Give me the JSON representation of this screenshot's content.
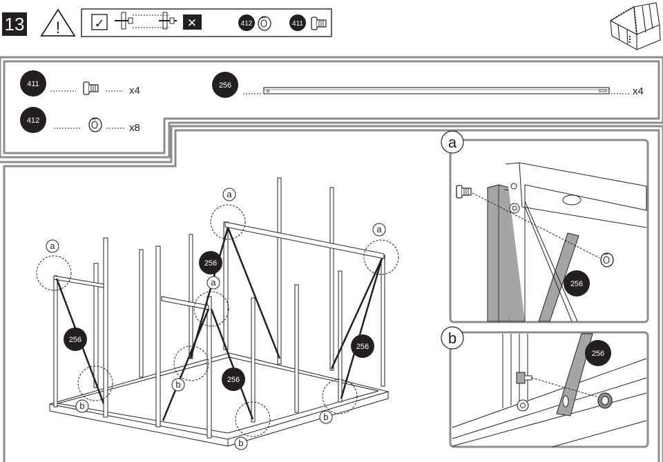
{
  "step": {
    "number": "13"
  },
  "legend": {
    "ok_symbol": "✓",
    "not_ok_symbol": "✕",
    "part_nut": "412",
    "part_bolt": "411"
  },
  "parts_list": [
    {
      "id": "411",
      "qty": "x4"
    },
    {
      "id": "412",
      "qty": "x8"
    },
    {
      "id": "256",
      "qty": "x4"
    }
  ],
  "main_view": {
    "detail_markers": [
      "a",
      "a",
      "a",
      "a",
      "b",
      "b",
      "b",
      "b"
    ],
    "part_labels": [
      "256",
      "256",
      "256",
      "256"
    ]
  },
  "detail_a": {
    "letter": "a",
    "part_label": "256"
  },
  "detail_b": {
    "letter": "b",
    "part_label": "256"
  }
}
